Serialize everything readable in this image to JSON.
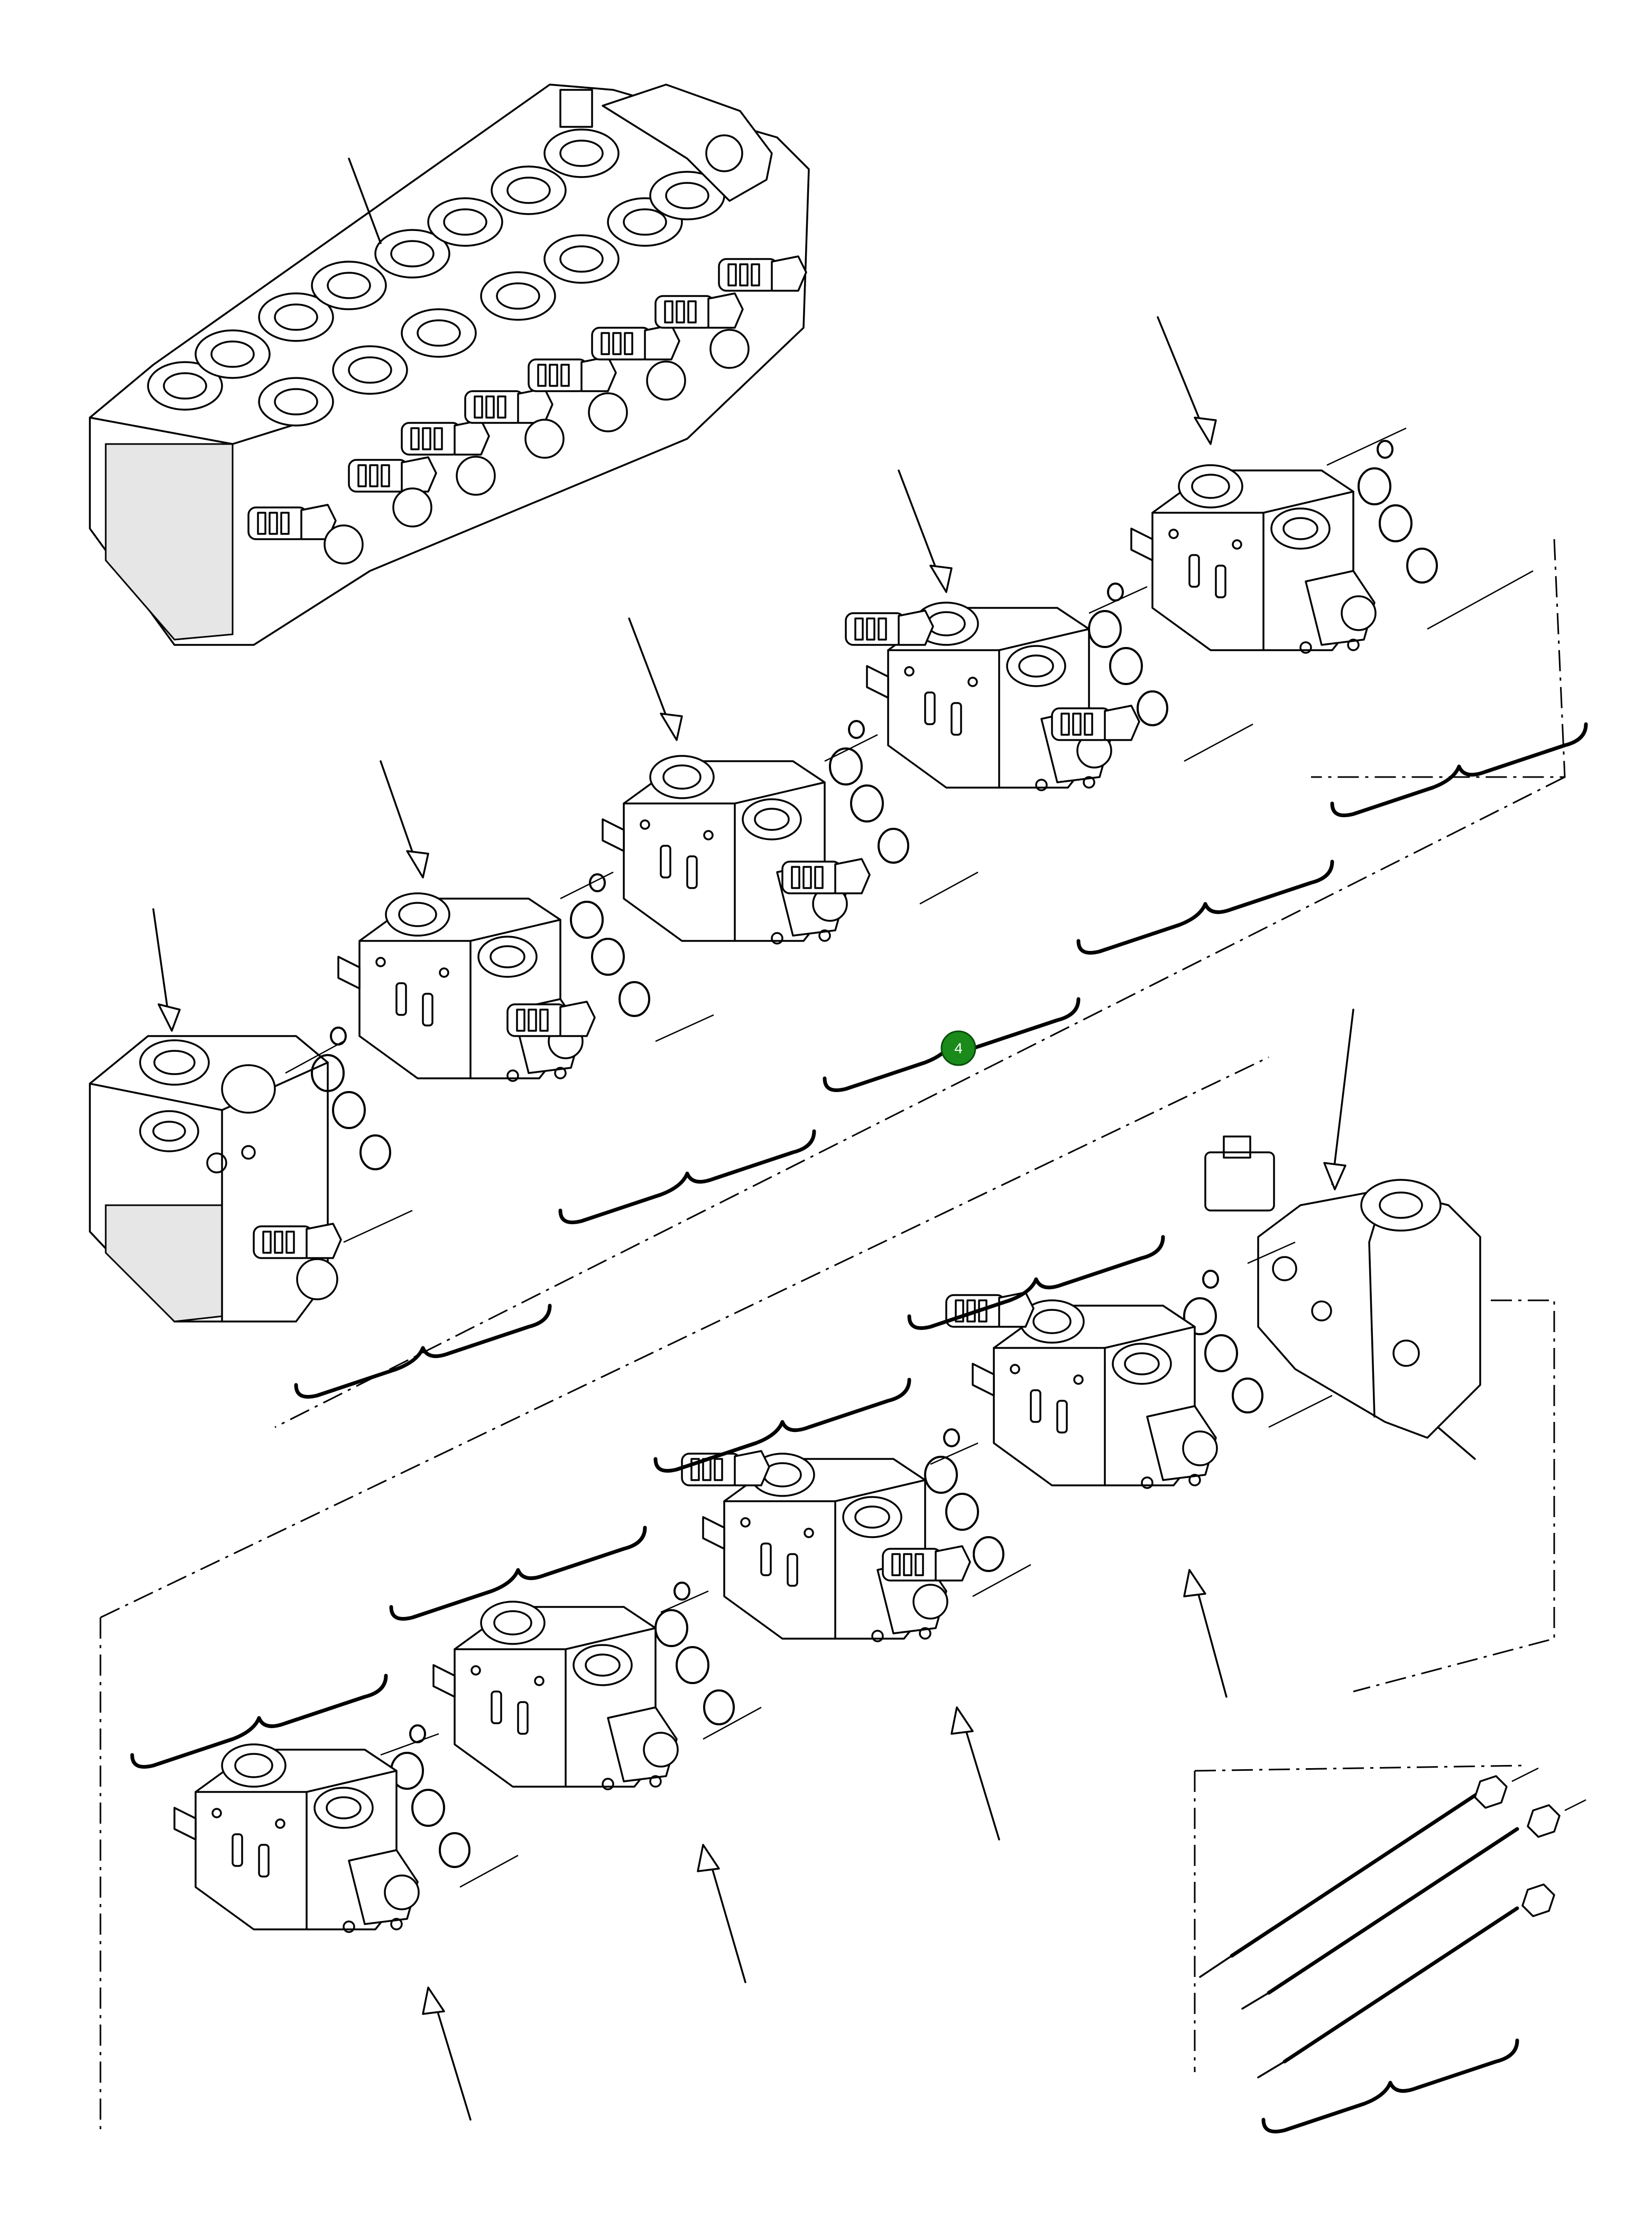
{
  "diagram": {
    "callouts": [
      {
        "label": "4",
        "color": "#1a8a1a"
      }
    ],
    "valve_stack_sections": 9,
    "tie_rods": 3
  }
}
